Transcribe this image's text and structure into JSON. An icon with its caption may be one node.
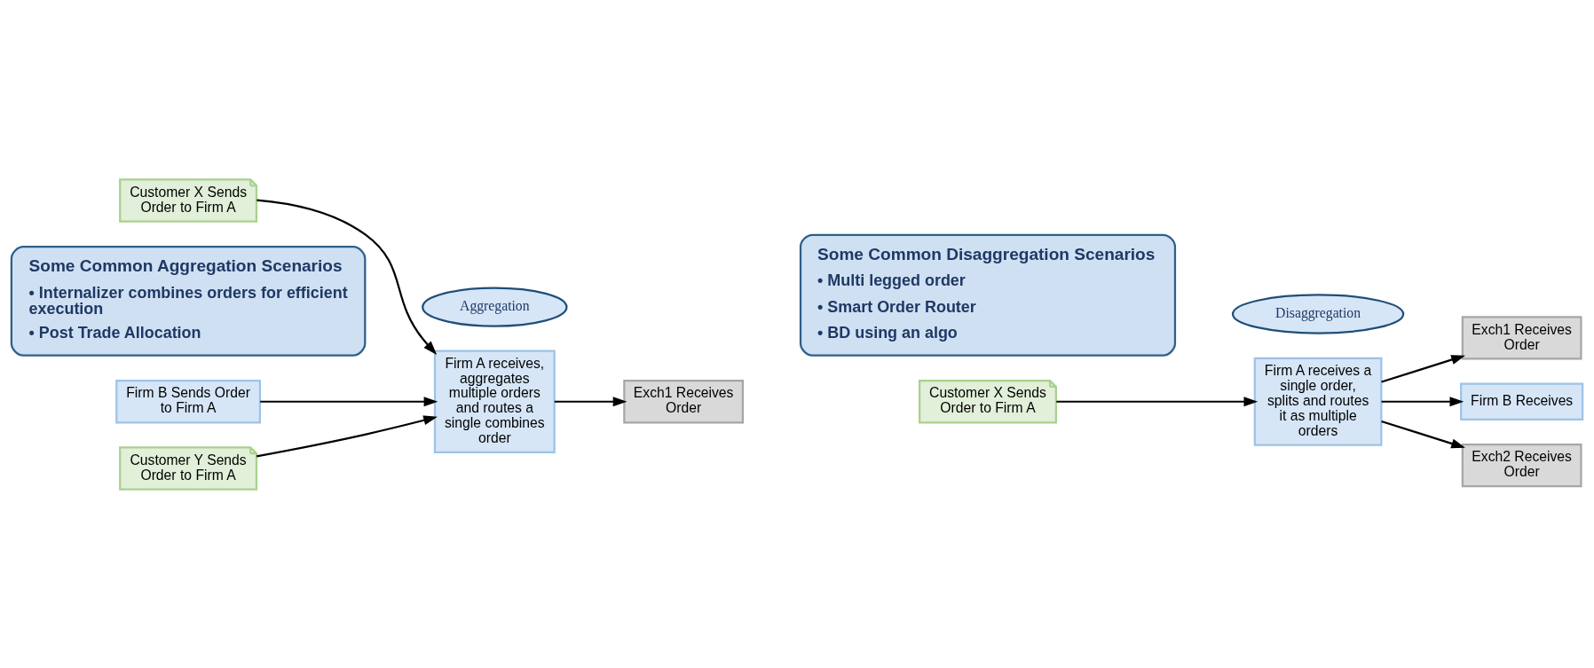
{
  "diagram": {
    "nodes": [
      {
        "text": [
          "Aggregation"
        ]
      },
      {
        "text": [
          "Customer X Sends Order to Firm A"
        ]
      },
      {
        "text": [
          "Firm B Sends Order to Firm A"
        ]
      },
      {
        "text": [
          "Customer Y Sends Order to Firm A"
        ]
      },
      {
        "text": [
          "Firm A receives, aggregates multiple orders and routes a single combines order"
        ]
      },
      {
        "text": [
          "Exch1 Receives Order"
        ]
      },
      {
        "text": [
          "Some Common Aggregation Scenarios",
          "• Internalizer combines orders for efficient execution",
          "• Post Trade Allocation"
        ]
      },
      {
        "text": [
          "Disaggregation"
        ]
      },
      {
        "text": [
          "Customer X Sends Order to Firm A"
        ]
      },
      {
        "text": [
          "Firm A receives a single order, splits and routes it as multiple orders"
        ]
      },
      {
        "text": [
          "Exch1 Receives Order"
        ]
      },
      {
        "text": [
          "Firm B Receives"
        ]
      },
      {
        "text": [
          "Exch2 Receives Order"
        ]
      },
      {
        "text": [
          "Some Common Disaggregation Scenarios",
          "• Multi legged order",
          "• Smart Order Router",
          "• BD using an algo"
        ]
      }
    ],
    "edges": [
      {
        "from": 1,
        "to": 4,
        "arrow": "to"
      },
      {
        "from": 2,
        "to": 4,
        "arrow": "to"
      },
      {
        "from": 3,
        "to": 4,
        "arrow": "to"
      },
      {
        "from": 4,
        "to": 5,
        "arrow": "to"
      },
      {
        "from": 8,
        "to": 9,
        "arrow": "to"
      },
      {
        "from": 9,
        "to": 10,
        "arrow": "to"
      },
      {
        "from": 9,
        "to": 11,
        "arrow": "to"
      },
      {
        "from": 9,
        "to": 12,
        "arrow": "to"
      }
    ]
  }
}
